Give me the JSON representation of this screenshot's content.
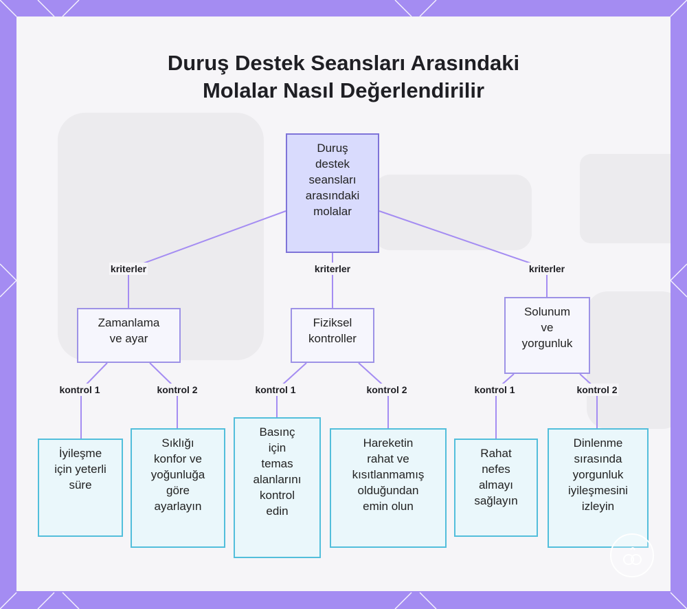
{
  "title": {
    "line1": "Duruş Destek Seansları Arasındaki",
    "line2": "Molalar Nasıl Değerlendirilir"
  },
  "nodes": {
    "root": "Duruş\ndestek\nseansları\narasındaki\nmolalar",
    "timing": "Zamanlama\nve ayar",
    "physical": "Fiziksel\nkontroller",
    "breathing": "Solunum\nve\nyorgunluk",
    "timing_c1": "İyileşme\niçin yeterli\nsüre",
    "timing_c2": "Sıklığı\nkonfor ve\nyoğunluğa\ngöre\nayarlayın",
    "physical_c1": "Basınç\niçin\ntemas\nalanlarını\nkontrol\nedin",
    "physical_c2": "Hareketin\nrahat ve\nkısıtlanmamış\nolduğundan\nemin olun",
    "breathing_c1": "Rahat\nnefes\nalmayı\nsağlayın",
    "breathing_c2": "Dinlenme\nsırasında\nyorgunluk\niyileşmesini\nizleyin"
  },
  "edge_labels": {
    "criteria": "kriterler",
    "check1": "kontrol 1",
    "check2": "kontrol 2"
  },
  "colors": {
    "frame": "#a48cf2",
    "root_fill": "#d9dbfd",
    "root_border": "#7e73d8",
    "mid_border": "#9d92e6",
    "leaf_fill": "#eaf7fb",
    "leaf_border": "#52bedb",
    "connector": "#a48cf2"
  }
}
